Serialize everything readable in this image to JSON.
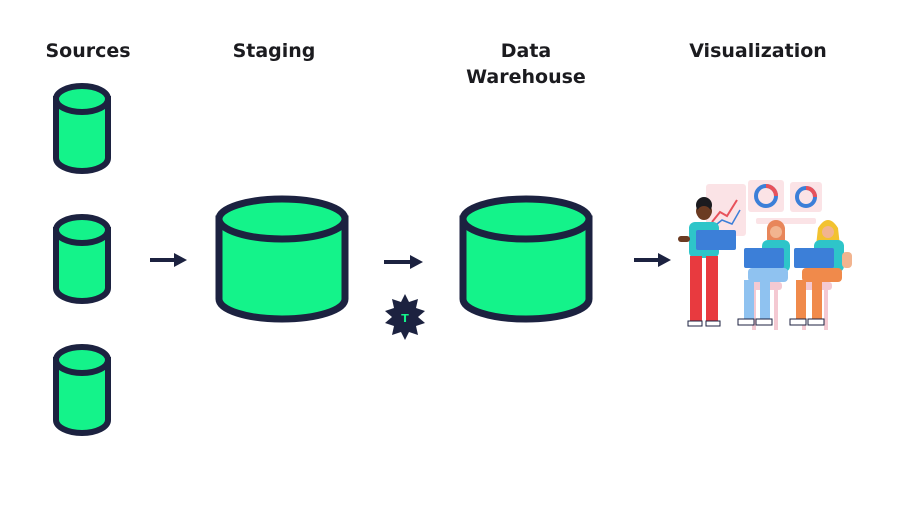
{
  "columns": {
    "sources": "Sources",
    "staging": "Staging",
    "warehouse_line1": "Data",
    "warehouse_line2": "Warehouse",
    "visualization": "Visualization"
  },
  "transform_badge": "T",
  "colors": {
    "cylinder_fill": "#14f38a",
    "outline": "#1c2240",
    "text": "#1b1b1f"
  }
}
